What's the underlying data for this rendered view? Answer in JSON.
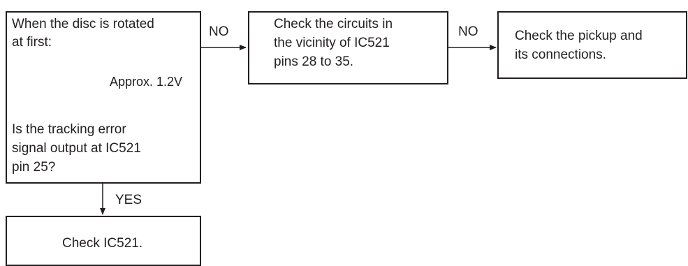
{
  "boxes": {
    "condition": {
      "line1": "When the disc is rotated",
      "line2": "at first:",
      "line3": "Is the tracking error",
      "line4": "signal output at IC521",
      "line5": "pin 25?"
    },
    "circuits": {
      "line1": "Check the circuits in",
      "line2": "the vicinity of IC521",
      "line3": "pins 28 to 35."
    },
    "pickup": {
      "line1": "Check the pickup and",
      "line2": "its connections."
    },
    "ic": {
      "line1": "Check IC521."
    }
  },
  "waveform": {
    "amplitude_label": "Approx. 1.2V"
  },
  "arrows": {
    "no_1": "NO",
    "no_2": "NO",
    "yes": "YES"
  }
}
